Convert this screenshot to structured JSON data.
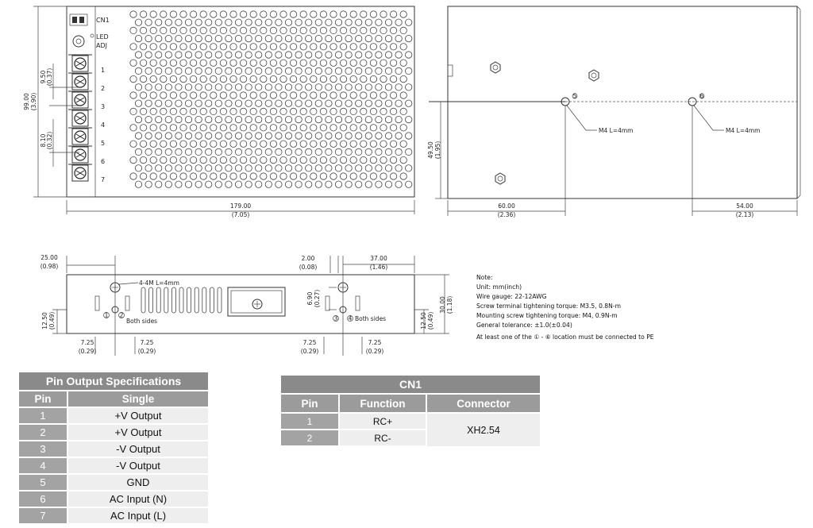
{
  "top_view": {
    "labels": {
      "cn1": "CN1",
      "led": "LED",
      "adj": "ADJ"
    },
    "terminal_numbers": [
      "1",
      "2",
      "3",
      "4",
      "5",
      "6",
      "7"
    ],
    "dims": {
      "width_mm": "179.00",
      "width_in": "(7.05)",
      "height_mm": "99.00",
      "height_in": "(3.90)",
      "pitch1_mm": "9.50",
      "pitch1_in": "(0.37)",
      "pitch2_mm": "8.10",
      "pitch2_in": "(0.32)"
    }
  },
  "side_view": {
    "screw_labels": [
      "M4 L=4mm",
      "M4 L=4mm"
    ],
    "hole_markers": [
      "5",
      "6"
    ],
    "dims": {
      "height_mm": "49.50",
      "height_in": "(1.95)",
      "left_mm": "60.00",
      "left_in": "(2.36)",
      "right_mm": "54.00",
      "right_in": "(2.13)"
    }
  },
  "front_view": {
    "screw_label": "4-4M L=4mm",
    "both_sides": "Both sides",
    "hole_markers": [
      "1",
      "2",
      "3",
      "4"
    ],
    "dims": {
      "a_mm": "25.00",
      "a_in": "(0.98)",
      "b_mm": "2.00",
      "b_in": "(0.08)",
      "c_mm": "37.00",
      "c_in": "(1.46)",
      "d_mm": "6.90",
      "d_in": "(0.27)",
      "e_mm": "12.50",
      "e_in": "(0.49)",
      "f_mm": "30.00",
      "f_in": "(1.18)",
      "g_mm": "7.25",
      "g_in": "(0.29)"
    }
  },
  "notes": [
    "Note:",
    "Unit: mm(inch)",
    "Wire gauge: 22-12AWG",
    "Screw terminal tightening torque: M3.5, 0.8N-m",
    "Mounting screw tightening torque: M4, 0.9N-m",
    "General tolerance: ±1.0(±0.04)",
    "At least one of the ① - ⑥ location must be connected to PE"
  ],
  "pin_table": {
    "title": "Pin Output Specifications",
    "col_pin": "Pin",
    "col_single": "Single",
    "rows": [
      {
        "pin": "1",
        "func": "+V Output"
      },
      {
        "pin": "2",
        "func": "+V Output"
      },
      {
        "pin": "3",
        "func": "-V Output"
      },
      {
        "pin": "4",
        "func": "-V Output"
      },
      {
        "pin": "5",
        "func": "GND"
      },
      {
        "pin": "6",
        "func": "AC Input (N)"
      },
      {
        "pin": "7",
        "func": "AC Input (L)"
      }
    ]
  },
  "cn1_table": {
    "title": "CN1",
    "col_pin": "Pin",
    "col_function": "Function",
    "col_connector": "Connector",
    "rows": [
      {
        "pin": "1",
        "func": "RC+"
      },
      {
        "pin": "2",
        "func": "RC-"
      }
    ],
    "connector": "XH2.54"
  }
}
